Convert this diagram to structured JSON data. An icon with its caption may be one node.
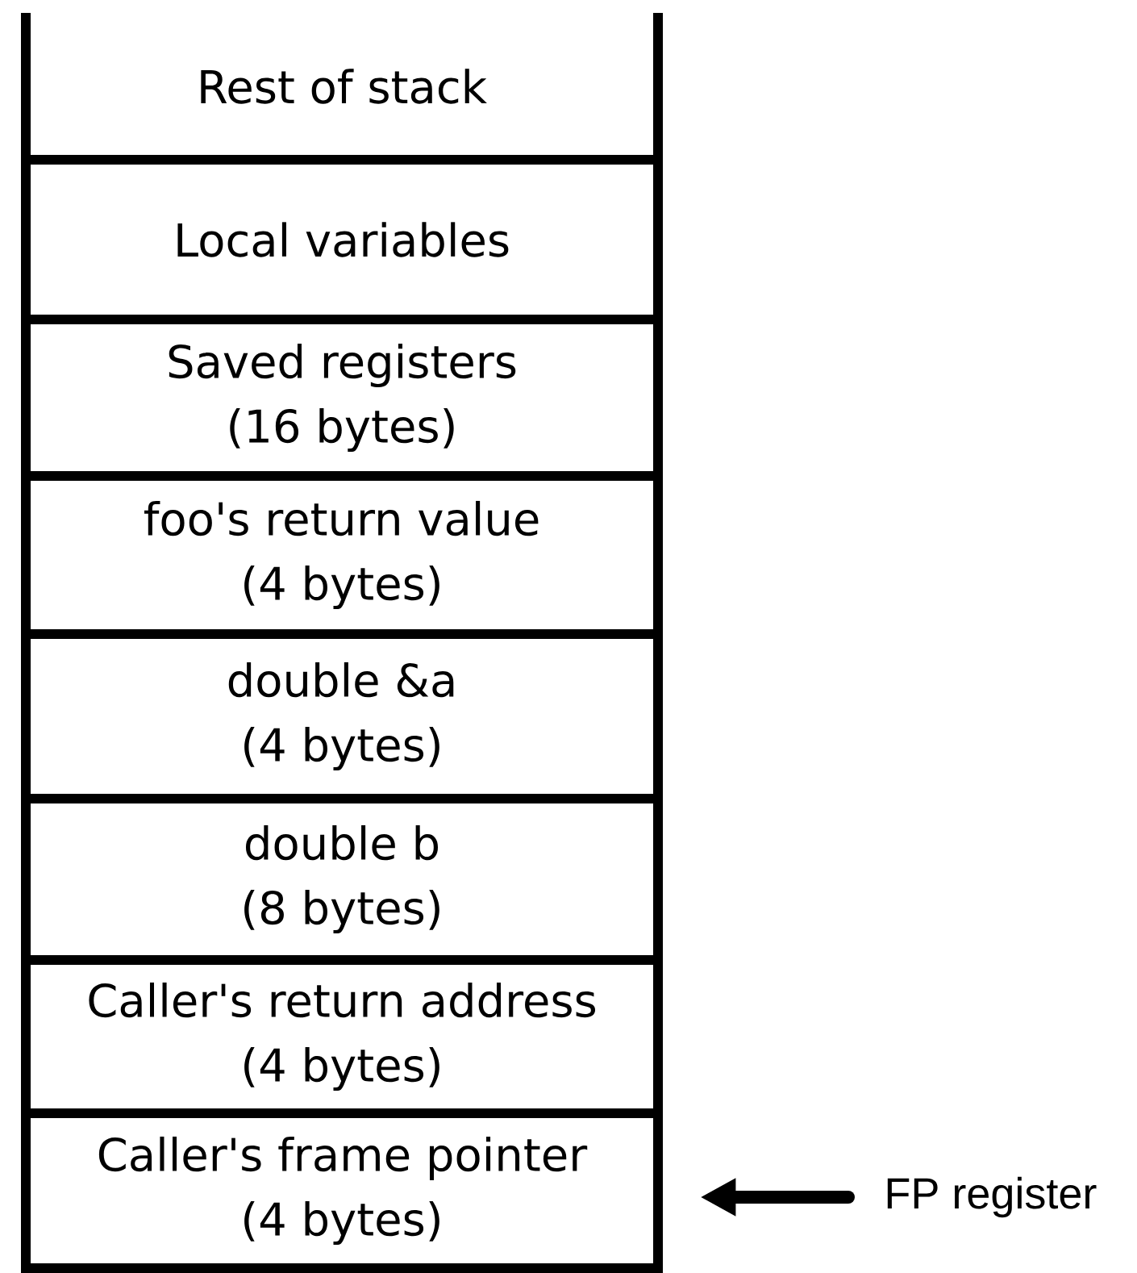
{
  "diagram": {
    "nodes": [
      {
        "text": [
          "Rest of stack"
        ]
      },
      {
        "text": [
          "Local variables"
        ]
      },
      {
        "text": [
          "Saved registers (16 bytes)"
        ]
      },
      {
        "text": [
          "foo's return value (4 bytes)"
        ]
      },
      {
        "text": [
          "double &a (4 bytes)"
        ]
      },
      {
        "text": [
          "double b (8 bytes)"
        ]
      },
      {
        "text": [
          "Caller's return address (4 bytes)"
        ]
      },
      {
        "text": [
          "Caller's frame pointer (4 bytes)"
        ]
      },
      {
        "text": [
          "FP register"
        ]
      }
    ],
    "edges": [
      {
        "from": 8,
        "to": 7,
        "arrow": "to"
      }
    ]
  }
}
